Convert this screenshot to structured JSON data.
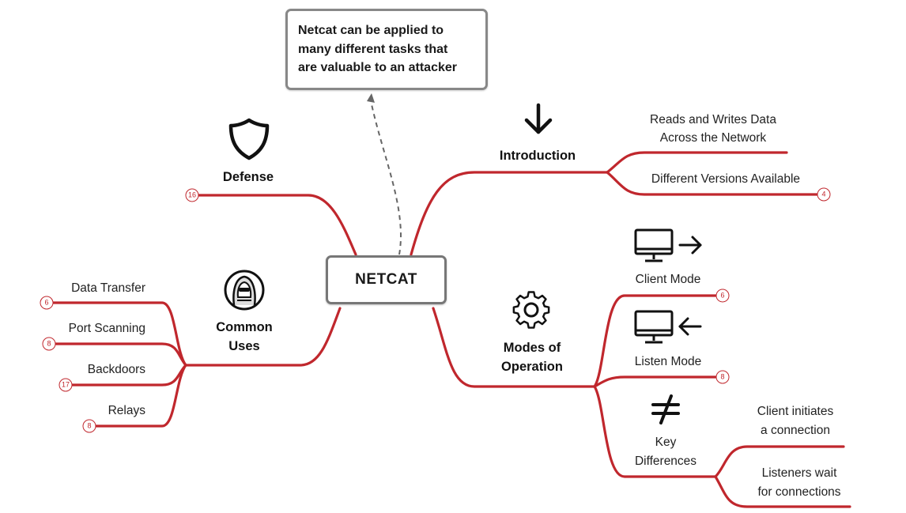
{
  "center": {
    "label": "NETCAT"
  },
  "callout": {
    "text": "Netcat can be applied to\nmany different tasks that\nare valuable to an attacker"
  },
  "branches": {
    "defense": {
      "label": "Defense",
      "badge": "16"
    },
    "introduction": {
      "label": "Introduction",
      "children": [
        {
          "label": "Reads and Writes Data\nAcross the Network"
        },
        {
          "label": "Different Versions Available",
          "badge": "4"
        }
      ]
    },
    "common_uses": {
      "label": "Common\nUses",
      "children": [
        {
          "label": "Data Transfer",
          "badge": "6"
        },
        {
          "label": "Port Scanning",
          "badge": "8"
        },
        {
          "label": "Backdoors",
          "badge": "17"
        },
        {
          "label": "Relays",
          "badge": "8"
        }
      ]
    },
    "modes": {
      "label": "Modes of\nOperation",
      "children": [
        {
          "label": "Client Mode",
          "badge": "6"
        },
        {
          "label": "Listen Mode",
          "badge": "8"
        },
        {
          "label": "Key\nDifferences",
          "children": [
            {
              "label": "Client initiates\na connection"
            },
            {
              "label": "Listeners wait\nfor connections"
            }
          ]
        }
      ]
    }
  },
  "icons": {
    "defense": "shield-icon",
    "introduction": "arrow-down-icon",
    "common_uses": "hooded-figure-icon",
    "modes": "gear-icon",
    "client_mode": "monitor-arrow-right-icon",
    "listen_mode": "monitor-arrow-left-icon",
    "key_differences": "not-equal-icon"
  },
  "colors": {
    "branch": "#c0272d",
    "box_border": "#777777",
    "dashed": "#666666",
    "text": "#1a1a1a"
  }
}
